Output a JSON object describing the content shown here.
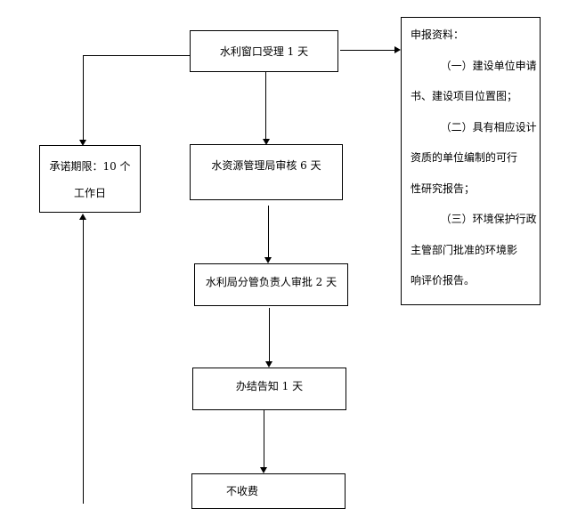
{
  "flowchart": {
    "steps": [
      {
        "label": "水利窗口受理 1 天"
      },
      {
        "label": "水资源管理局审核 6 天"
      },
      {
        "label": "水利局分管负责人审批 2 天"
      },
      {
        "label": "办结告知 1 天"
      },
      {
        "label": "不收费"
      }
    ],
    "promise": {
      "line1": "承诺期限：10 个",
      "line2": "工作日"
    },
    "materials": {
      "title": "申报资料：",
      "lines": [
        "（一）建设单位申请",
        "书、建设项目位置图；",
        "（二）具有相应设计",
        "资质的单位编制的可行",
        "性研究报告；",
        "（三）环境保护行政",
        "主管部门批准的环境影",
        "响评价报告。"
      ]
    }
  }
}
